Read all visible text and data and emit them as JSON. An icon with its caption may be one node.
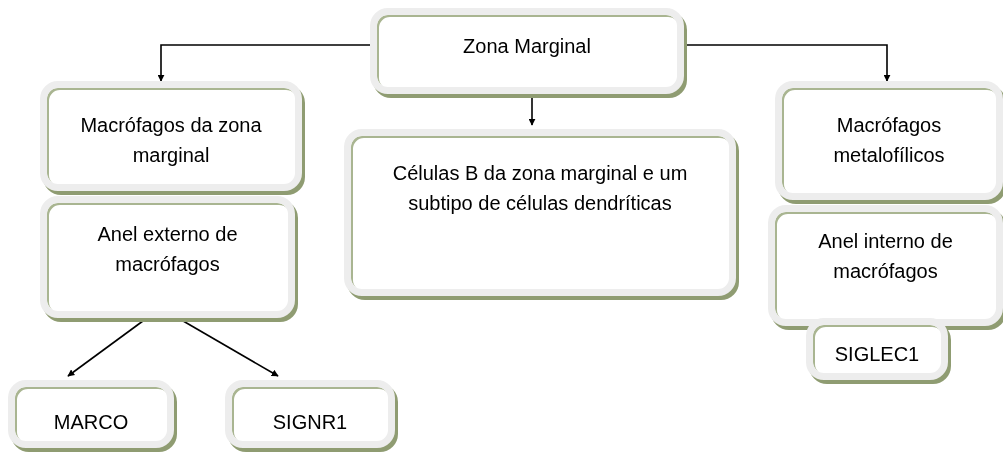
{
  "diagram": {
    "nodes": [
      {
        "text": [
          "Zona Marginal"
        ]
      },
      {
        "text": [
          "Macrófagos da zona marginal"
        ]
      },
      {
        "text": [
          "Anel externo de macrófagos"
        ]
      },
      {
        "text": [
          "Células B da zona marginal e um subtipo de células dendríticas"
        ]
      },
      {
        "text": [
          "Macrófagos metalofílicos"
        ]
      },
      {
        "text": [
          "Anel interno de macrófagos"
        ]
      },
      {
        "text": [
          "SIGLEC1"
        ]
      },
      {
        "text": [
          "MARCO"
        ]
      },
      {
        "text": [
          "SIGNR1"
        ]
      }
    ],
    "edges": [
      {
        "from": 0,
        "to": 1,
        "arrow": "to"
      },
      {
        "from": 0,
        "to": 3,
        "arrow": "to"
      },
      {
        "from": 0,
        "to": 4,
        "arrow": "to"
      },
      {
        "from": 2,
        "to": 7,
        "arrow": "to"
      },
      {
        "from": 2,
        "to": 8,
        "arrow": "to"
      }
    ]
  }
}
